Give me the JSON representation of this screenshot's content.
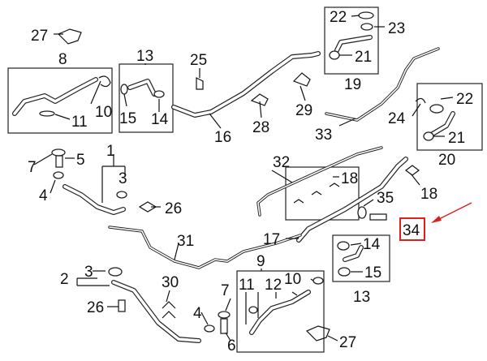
{
  "callouts": {
    "c1": "1",
    "c2": "2",
    "c3a": "3",
    "c3b": "3",
    "c4a": "4",
    "c4b": "4",
    "c5": "5",
    "c6": "6",
    "c7a": "7",
    "c7b": "7",
    "c8": "8",
    "c9": "9",
    "c10a": "10",
    "c10b": "10",
    "c11a": "11",
    "c11b": "11",
    "c12": "12",
    "c13a": "13",
    "c13b": "13",
    "c14a": "14",
    "c14b": "14",
    "c15a": "15",
    "c15b": "15",
    "c16": "16",
    "c17": "17",
    "c18a": "18",
    "c18b": "18",
    "c19": "19",
    "c20": "20",
    "c21a": "21",
    "c21b": "21",
    "c22a": "22",
    "c22b": "22",
    "c23": "23",
    "c24": "24",
    "c25": "25",
    "c26a": "26",
    "c26b": "26",
    "c27a": "27",
    "c27b": "27",
    "c28": "28",
    "c29": "29",
    "c30": "30",
    "c31": "31",
    "c32": "32",
    "c33": "33",
    "c34": "34",
    "c35": "35"
  },
  "highlight": {
    "part": "34",
    "color": "#d9201c"
  }
}
